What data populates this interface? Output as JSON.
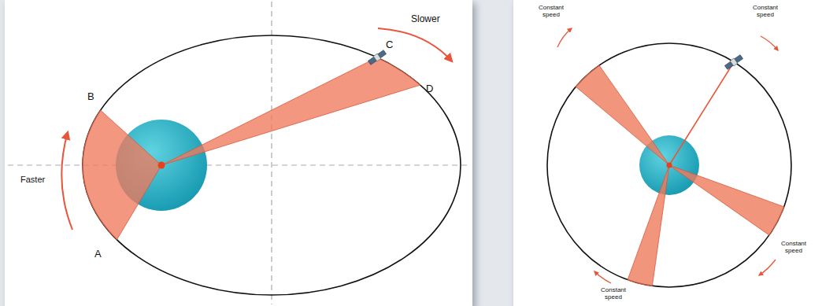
{
  "diagram": {
    "labels": [
      "Slower",
      "C",
      "D",
      "B",
      "Faster",
      "A",
      "Constant speed",
      "Constant speed",
      "Constant speed",
      "Constant speed"
    ]
  }
}
